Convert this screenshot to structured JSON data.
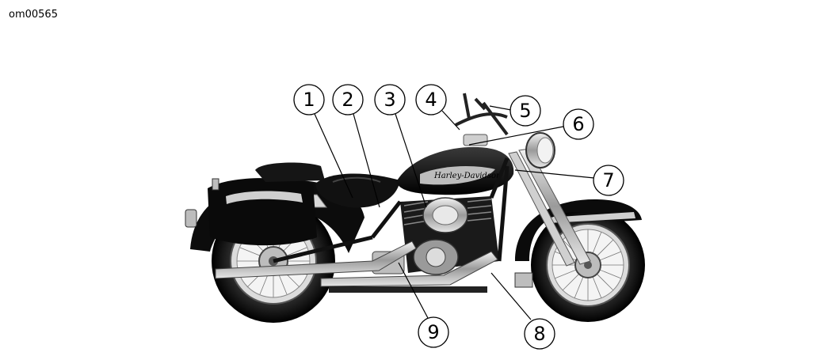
{
  "figure_id": "om00565",
  "callouts": [
    {
      "label": "1"
    },
    {
      "label": "2"
    },
    {
      "label": "3"
    },
    {
      "label": "4"
    },
    {
      "label": "5"
    },
    {
      "label": "6"
    },
    {
      "label": "7"
    },
    {
      "label": "8"
    },
    {
      "label": "9"
    }
  ],
  "tank_logo_text": "Harley-Davidson"
}
